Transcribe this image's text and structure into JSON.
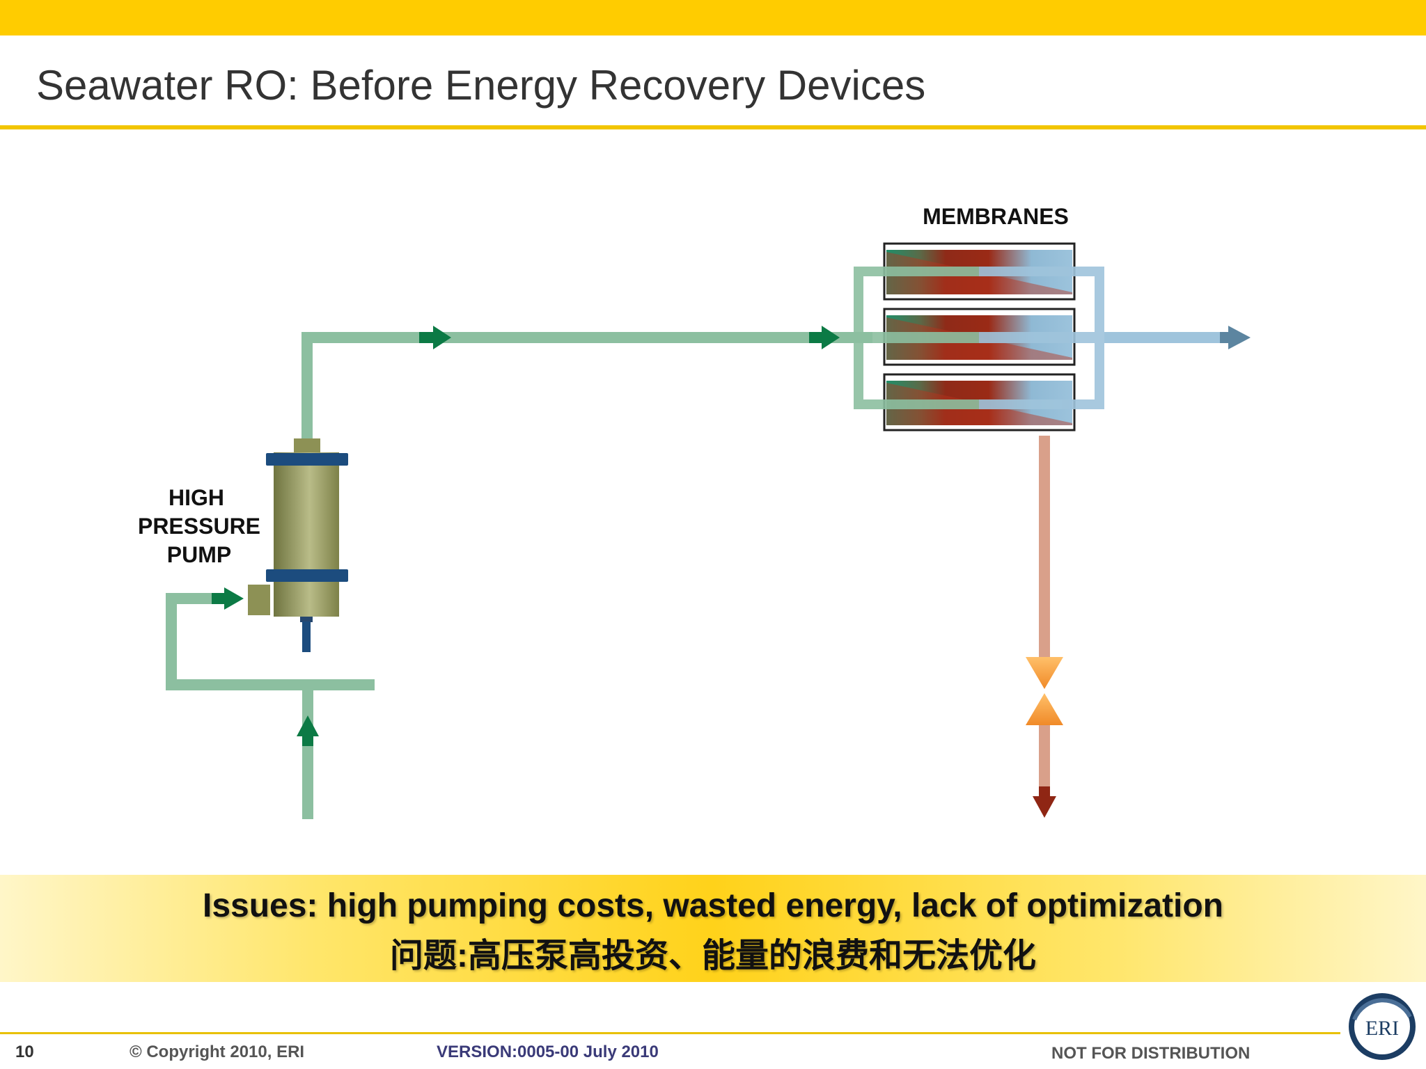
{
  "slide": {
    "title": "Seawater RO: Before Energy Recovery Devices"
  },
  "diagram": {
    "membranes_label": "MEMBRANES",
    "pump_label_lines": [
      "HIGH",
      "PRESSURE",
      "PUMP"
    ]
  },
  "issues": {
    "english": "Issues: high pumping costs, wasted energy, lack of optimization",
    "chinese": "问题:高压泵高投资、能量的浪费和无法优化"
  },
  "footer": {
    "page_number": "10",
    "copyright": "© Copyright 2010, ERI",
    "version": "VERSION:0005-00 July 2010",
    "distribution": "NOT FOR DISTRIBUTION",
    "logo_text": "ERI"
  },
  "colors": {
    "brand_yellow": "#ffcc00",
    "feed_pipe": "#8cbfa0",
    "permeate_pipe": "#9fc4dc",
    "brine_pipe": "#d9a08a",
    "arrow_green": "#0c7a45",
    "valve_orange": "#f7a040",
    "pump_body": "#9fa266",
    "pump_flange": "#1c4c7e"
  }
}
